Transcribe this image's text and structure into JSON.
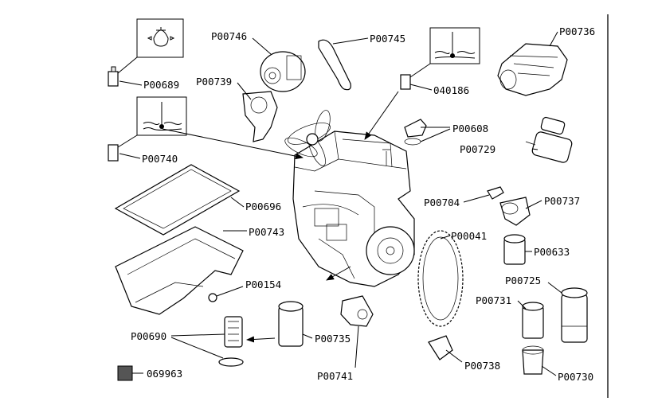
{
  "labels": {
    "p00746": "P00746",
    "p00745": "P00745",
    "p00736": "P00736",
    "p00689": "P00689",
    "p00739": "P00739",
    "n040186": "040186",
    "p00608": "P00608",
    "p00740": "P00740",
    "p00729": "P00729",
    "p00696": "P00696",
    "p00704": "P00704",
    "p00737": "P00737",
    "p00743": "P00743",
    "p00041": "P00041",
    "p00633": "P00633",
    "p00154": "P00154",
    "p00725": "P00725",
    "p00731": "P00731",
    "p00690": "P00690",
    "p00735": "P00735",
    "p00738": "P00738",
    "p00741": "P00741",
    "p00730": "P00730",
    "n069963": "069963"
  },
  "icons": [
    "oil-pressure-icon",
    "coolant-temperature-icon",
    "coolant-temperature-icon"
  ],
  "colors": {
    "line": "#000000",
    "background": "#ffffff"
  }
}
